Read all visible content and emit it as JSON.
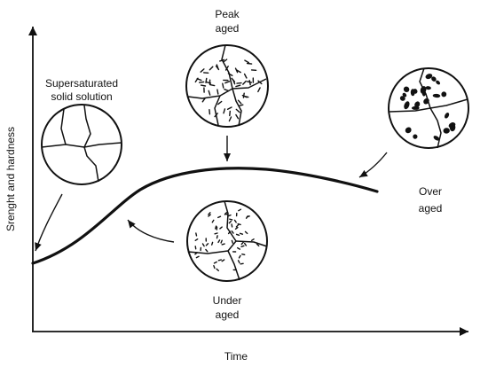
{
  "axes": {
    "x_label": "Time",
    "y_label": "Srenght and hardness"
  },
  "stages": {
    "supersaturated": {
      "line1": "Supersaturated",
      "line2": "solid solution"
    },
    "peak": {
      "line1": "Peak",
      "line2": "aged"
    },
    "under": {
      "line1": "Under",
      "line2": "aged"
    },
    "over": {
      "line1": "Over",
      "line2": "aged"
    }
  },
  "colors": {
    "ink": "#111111",
    "background": "#ffffff"
  }
}
